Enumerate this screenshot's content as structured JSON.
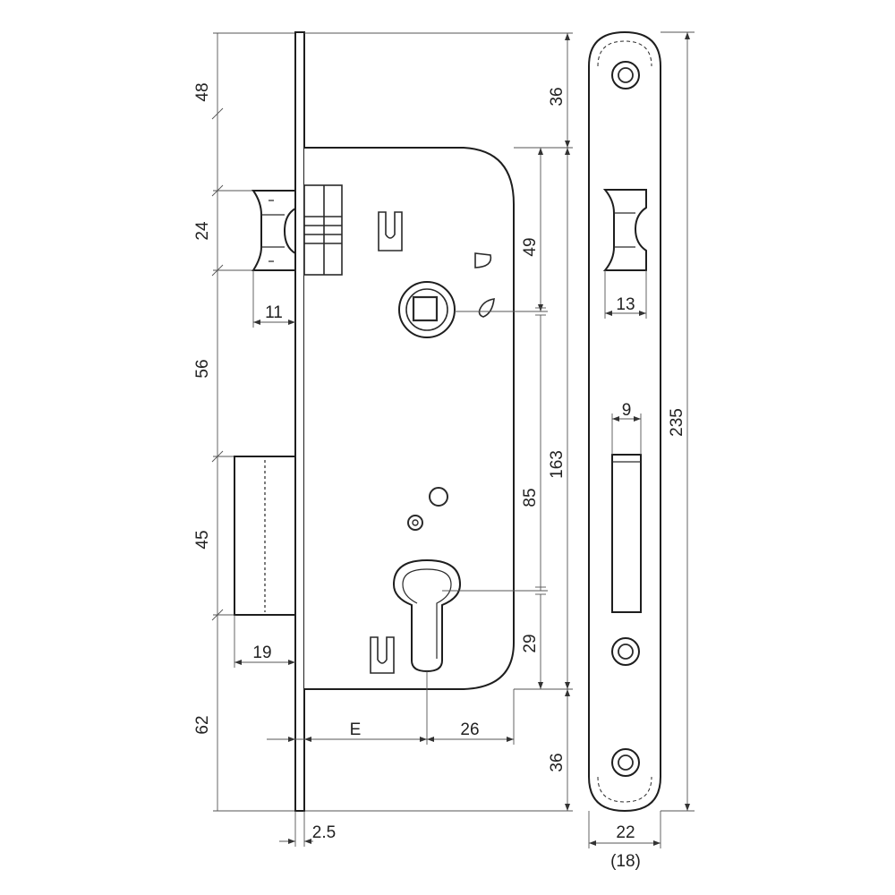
{
  "diagram": {
    "left_dims": {
      "top_offset": "48",
      "bolt_height": "24",
      "bolt_to_latch": "56",
      "latch_height": "45",
      "bottom_offset": "62"
    },
    "bolt_throw": "11",
    "latch_throw": "19",
    "faceplate_thickness": "2.5",
    "backset": "E",
    "cylinder_center": "26",
    "right_dims": {
      "top_gap": "36",
      "to_spindle": "49",
      "total_case": "163",
      "spindle_to_cylinder": "85",
      "cylinder_to_bottom": "29",
      "bottom_gap": "36"
    },
    "strike_plate": {
      "bolt_opening": "13",
      "latch_opening": "9",
      "height": "235",
      "width": "22",
      "width_alt": "(18)"
    }
  }
}
